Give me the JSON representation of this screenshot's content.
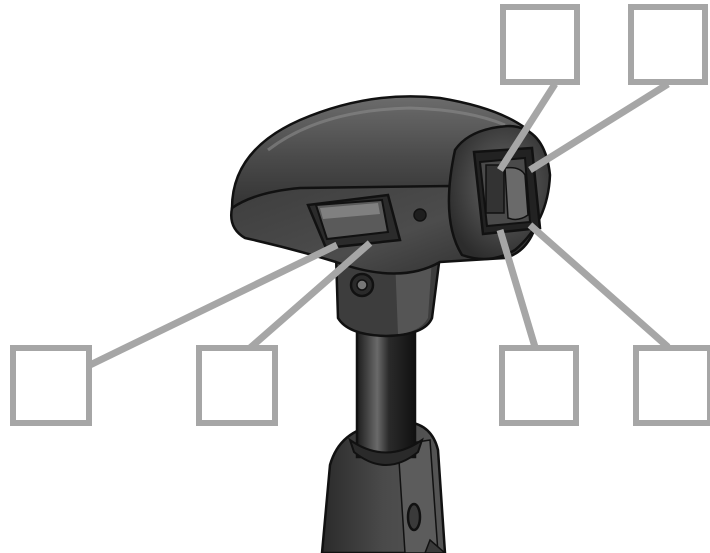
{
  "colors": {
    "leader": "#a6a6a6",
    "box_fill": "#ffffff",
    "body_dark": "#2e2e2e",
    "body_mid": "#555555",
    "body_light": "#8a8a8a",
    "outline": "#111111"
  },
  "labels": [
    {
      "id": "label-top-left",
      "text": ""
    },
    {
      "id": "label-top-right",
      "text": ""
    },
    {
      "id": "label-mid-left",
      "text": ""
    },
    {
      "id": "label-mid-center-left",
      "text": ""
    },
    {
      "id": "label-mid-center-right",
      "text": ""
    },
    {
      "id": "label-mid-right",
      "text": ""
    }
  ]
}
